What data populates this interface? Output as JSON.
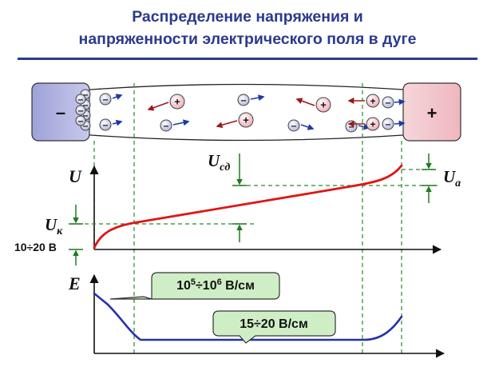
{
  "title": {
    "line1": "Распределение напряжения и",
    "line2": "напряженности электрического поля в дуге"
  },
  "electrodes": {
    "cathode_sign": "–",
    "anode_sign": "+"
  },
  "particles": {
    "electron_sign": "–",
    "ion_sign": "+"
  },
  "axes": {
    "voltage_label": "U",
    "field_label": "E"
  },
  "voltage_labels": {
    "cathode": {
      "main": "U",
      "sub": "к"
    },
    "column": {
      "main": "U",
      "sub": "сд"
    },
    "anode": {
      "main": "U",
      "sub": "а"
    },
    "cathode_value": "10÷20 В"
  },
  "field_callouts": {
    "high": {
      "base1": "10",
      "exp1": "5",
      "sep": "÷",
      "base2": "10",
      "exp2": "6",
      "unit": " В/см"
    },
    "low": "15÷20 В/см"
  },
  "colors": {
    "title": "#2a3a8c",
    "voltage_curve": "#e01515",
    "field_curve": "#2233aa",
    "guide_lines": "#2a8a2a",
    "electron_arrow": "#1a3aa8",
    "ion_arrow": "#a01818",
    "cathode_fill": "#b6b8e4",
    "anode_fill": "#f3c9cf",
    "callout_fill": "#cfeec6"
  }
}
